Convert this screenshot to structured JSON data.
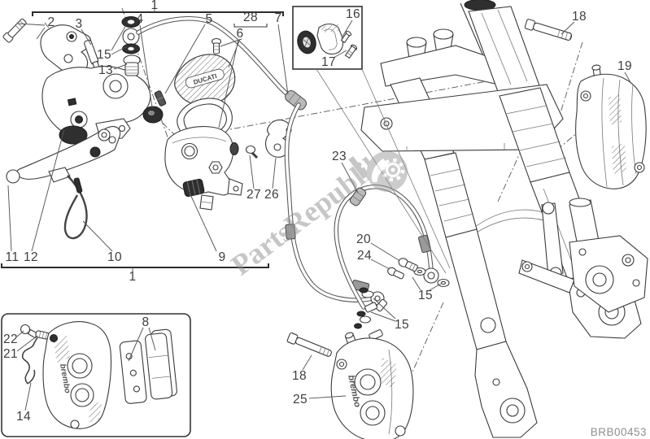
{
  "document": {
    "part_code": "BRB00453",
    "watermark_text": "PartsRepublik"
  },
  "branding": {
    "reservoir_cap_text": "DUCATI",
    "caliper_brand_text": "brembo"
  },
  "labels": {
    "n1_top": "1",
    "n1_bottom": "1",
    "n2": "2",
    "n3": "3",
    "n4": "4",
    "n5": "5",
    "n6": "6",
    "n7": "7",
    "n8": "8",
    "n9": "9",
    "n10": "10",
    "n11": "11",
    "n12": "12",
    "n13": "13",
    "n14": "14",
    "n15_a": "15",
    "n15_b": "15",
    "n15_c": "15",
    "n16": "16",
    "n17": "17",
    "n18_a": "18",
    "n18_b": "18",
    "n19": "19",
    "n20": "20",
    "n21": "21",
    "n22": "22",
    "n23": "23",
    "n24": "24",
    "n25": "25",
    "n26": "26",
    "n27": "27",
    "n28": "28"
  },
  "colors": {
    "line": "#3b3b3b",
    "label_text": "#3e3e3e",
    "watermark": "#8f8f8f",
    "code_text": "#8f8f8f",
    "rubber_dark": "#2f2f2f",
    "paper": "#ffffff"
  }
}
